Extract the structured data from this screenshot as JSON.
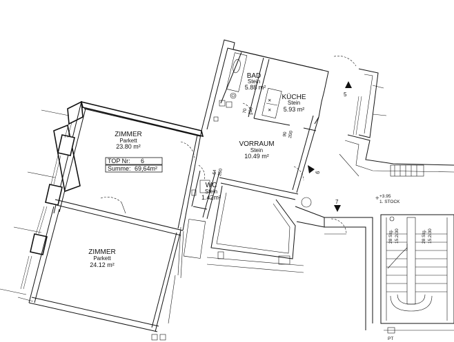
{
  "rooms": {
    "zimmer1": {
      "name": "ZIMMER",
      "floor": "Parkett",
      "area": "23.80 m²"
    },
    "zimmer2": {
      "name": "ZIMMER",
      "floor": "Parkett",
      "area": "24.12 m²"
    },
    "bad": {
      "name": "BAD",
      "floor": "Stein",
      "area": "5.88 m²"
    },
    "kueche": {
      "name": "KÜCHE",
      "floor": "Stein",
      "area": "5.93 m²"
    },
    "vorraum": {
      "name": "VORRAUM",
      "floor": "Stein",
      "area": "10.49 m²"
    },
    "wc": {
      "name": "WC",
      "floor": "Stein",
      "area": "1.42m²"
    }
  },
  "top_box": {
    "label": "TOP Nr:",
    "value": "6",
    "sum_label": "Summe:",
    "sum_value": "69,64m²"
  },
  "section_marks": {
    "m5": "5",
    "m6": "6",
    "m7": "7"
  },
  "level": {
    "height": "+3.95",
    "name": "1. STOCK"
  },
  "stairs": {
    "steps_a": "28 Stg.",
    "size_a": "15.2/30",
    "steps_b": "28 Stg.",
    "size_b": "15.2/30"
  },
  "door_dims": {
    "d1a": "70",
    "d1b": "200",
    "d2a": "90",
    "d2b": "200",
    "d3a": "64",
    "d3b": "200"
  },
  "pt_label": "PT"
}
